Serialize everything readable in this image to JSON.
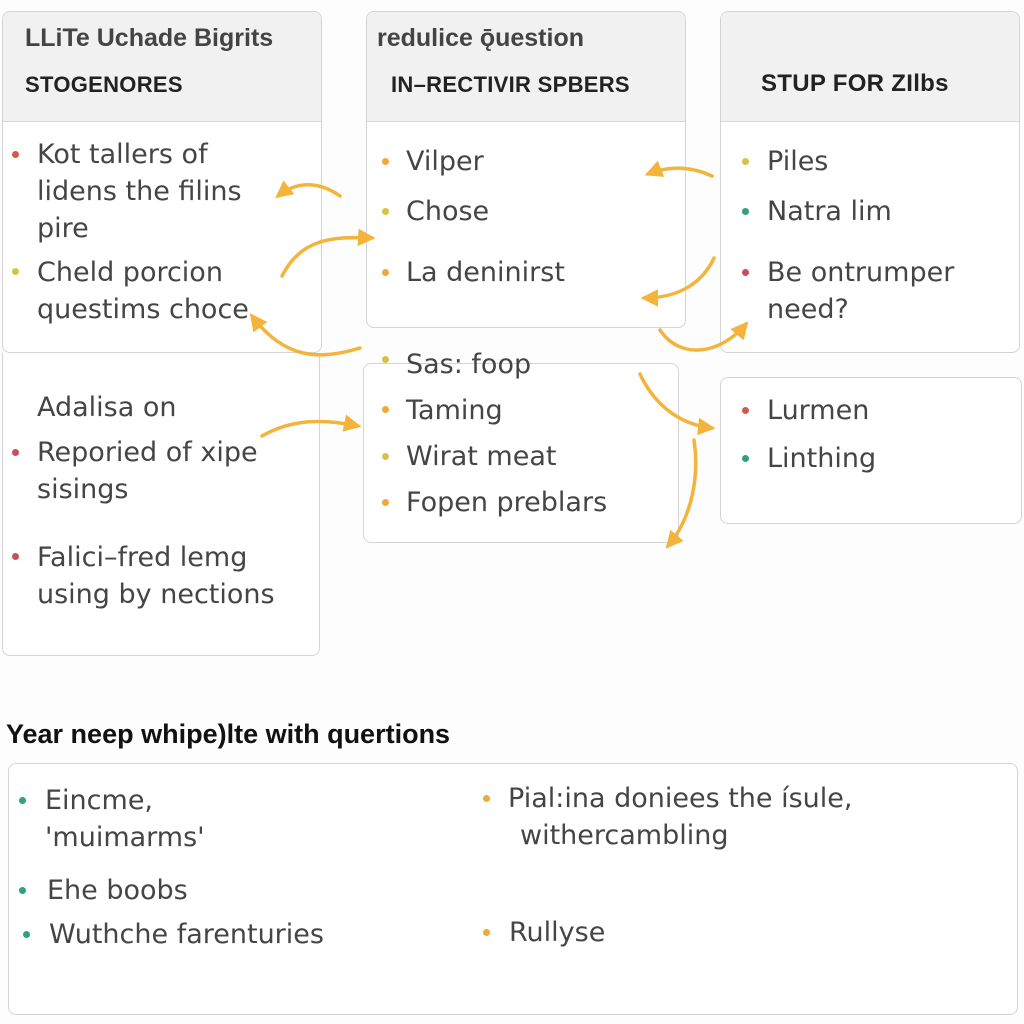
{
  "boxes": {
    "top_left": {
      "header_sub": "LLiTe Uchade Bigrits",
      "header_main": "STOGENORES",
      "items": [
        {
          "text_lines": [
            "Kot tallers of",
            "lidens the filins",
            "pire"
          ],
          "bullet": "red"
        },
        {
          "text_lines": [
            "Cheld porcion",
            "questims choce"
          ],
          "bullet": "olive"
        }
      ]
    },
    "top_middle": {
      "header_sub": "redulice ǭuestion",
      "header_main": "IN–RECTIVIR SPBERS",
      "items": [
        {
          "text": "Vilper",
          "bullet": "orange"
        },
        {
          "text": "Chose",
          "bullet": "olive"
        },
        {
          "text": "La deninirst",
          "bullet": "orange"
        }
      ]
    },
    "top_right": {
      "header_main": "STUP FOR ZIlbs",
      "items": [
        {
          "text": "Piles",
          "bullet": "olive"
        },
        {
          "text": "Natra lim",
          "bullet": "green"
        },
        {
          "text_lines": [
            "Be ontrumper",
            "need?"
          ],
          "bullet": "crimson"
        }
      ]
    },
    "left_lower": {
      "items": [
        {
          "text": "Adalisa on",
          "bullet": null
        },
        {
          "text_lines": [
            "Reporied of xipe",
            "sisings"
          ],
          "bullet": "crimson"
        },
        {
          "text_lines": [
            "Falici–fred lemg",
            "using by nections"
          ],
          "bullet": "crimson"
        }
      ]
    },
    "middle_lower": {
      "items": [
        {
          "text": "Sas: foop",
          "bullet": "olive"
        },
        {
          "text": "Taming",
          "bullet": "orange"
        },
        {
          "text": "Wirat meat",
          "bullet": "olive"
        },
        {
          "text": "Fopen preblars",
          "bullet": "orange"
        }
      ]
    },
    "right_lower": {
      "items": [
        {
          "text": "Lurmen",
          "bullet": "red"
        },
        {
          "text": "Linthing",
          "bullet": "green"
        }
      ]
    }
  },
  "section": {
    "heading": "Year neep whipe)lte with quertions",
    "items": [
      {
        "text_lines": [
          "Eincme,",
          "'muimarms'"
        ],
        "bullet": "green"
      },
      {
        "text": "Ehe boobs",
        "bullet": "green"
      },
      {
        "text": "Wuthche farenturies",
        "bullet": "green"
      },
      {
        "text_lines": [
          "Pial:ina doniees the ísule,",
          "withercambling"
        ],
        "bullet": "orange"
      },
      {
        "text": "Rullyse",
        "bullet": "orange"
      }
    ]
  },
  "colors": {
    "arrow": "#f4b43c",
    "box_border": "#d4d4d4",
    "header_fill": "#f1f1f1"
  }
}
